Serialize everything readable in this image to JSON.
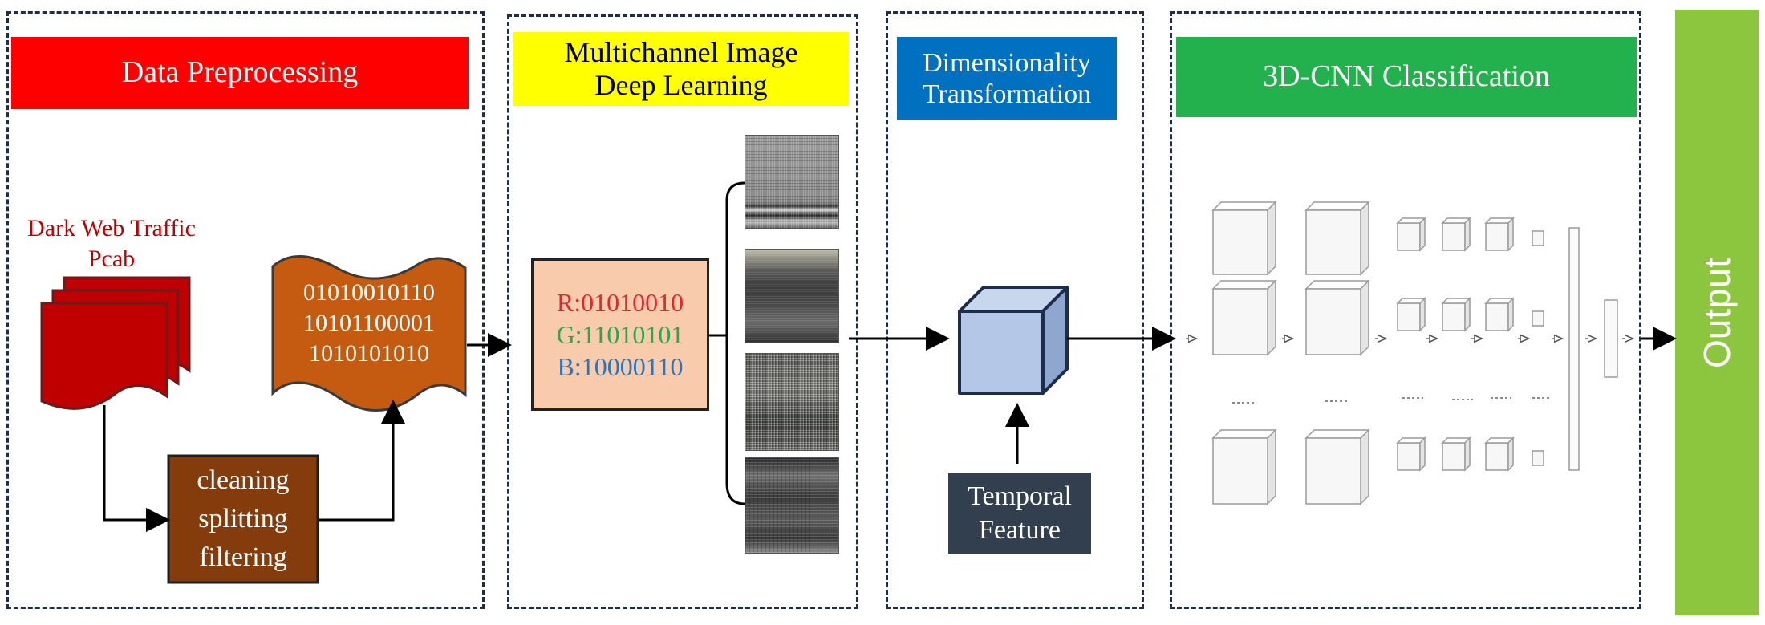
{
  "panels": {
    "preprocessing": {
      "title": "Data Preprocessing",
      "title_bg": "#ff0000",
      "source_label_line1": "Dark Web Traffic",
      "source_label_line2": "Pcab",
      "binary_lines": [
        "01010010110",
        "10101100001",
        "1010101010"
      ],
      "steps": [
        "cleaning",
        "splitting",
        "filtering"
      ]
    },
    "multichannel": {
      "title_line1": "Multichannel Image",
      "title_line2": "Deep Learning",
      "title_bg": "#ffff00",
      "rgb": {
        "r": "R:01010010",
        "g": "G:11010101",
        "b": "B:10000110"
      }
    },
    "dimensionality": {
      "title_line1": "Dimensionality",
      "title_line2": "Transformation",
      "title_bg": "#0070c0",
      "temporal_line1": "Temporal",
      "temporal_line2": "Feature"
    },
    "classification": {
      "title": "3D-CNN Classification",
      "title_bg": "#22b14c"
    },
    "output": {
      "label": "Output",
      "bg": "#8cc63f"
    }
  },
  "colors": {
    "pcap_red": "#c00000",
    "scroll_orange": "#c55a11",
    "step_brown": "#843c0c",
    "rgb_box": "#f8cbad",
    "cube_blue": "#b4c7e7",
    "temporal_box": "#323f4f",
    "red_text": "#e0282d",
    "green_text": "#2aa84a",
    "blue_text": "#2e75b6"
  }
}
